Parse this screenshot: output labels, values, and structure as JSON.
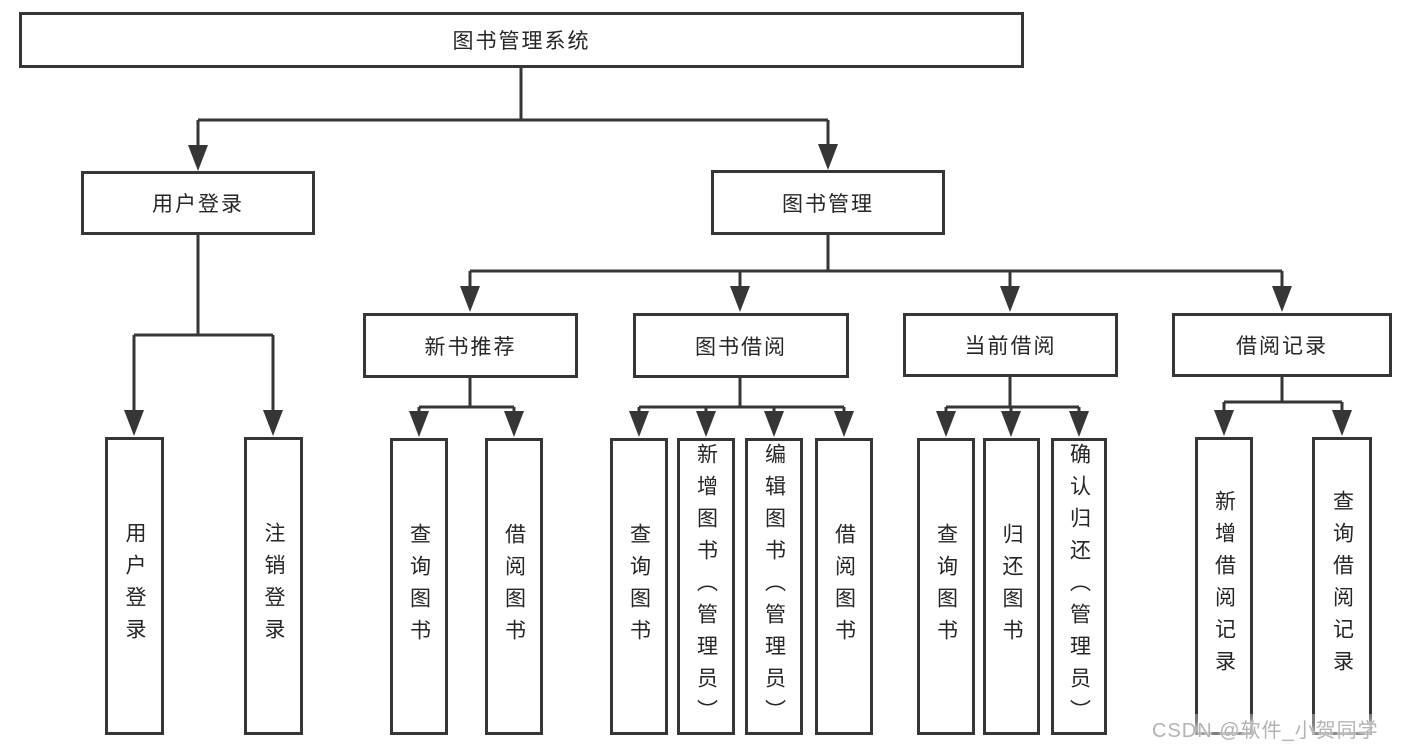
{
  "tree": {
    "label": "图书管理系统",
    "children": [
      {
        "label": "用户登录",
        "children": [
          {
            "label": "用户登录"
          },
          {
            "label": "注销登录"
          }
        ]
      },
      {
        "label": "图书管理",
        "children": [
          {
            "label": "新书推荐",
            "children": [
              {
                "label": "查询图书"
              },
              {
                "label": "借阅图书"
              }
            ]
          },
          {
            "label": "图书借阅",
            "children": [
              {
                "label": "查询图书"
              },
              {
                "label": "新增图书（管理员）"
              },
              {
                "label": "编辑图书（管理员）"
              },
              {
                "label": "借阅图书"
              }
            ]
          },
          {
            "label": "当前借阅",
            "children": [
              {
                "label": "查询图书"
              },
              {
                "label": "归还图书"
              },
              {
                "label": "确认归还（管理员）"
              }
            ]
          },
          {
            "label": "借阅记录",
            "children": [
              {
                "label": "新增借阅记录"
              },
              {
                "label": "查询借阅记录"
              }
            ]
          }
        ]
      }
    ]
  },
  "watermark": {
    "text": "CSDN @软件_小贺同学"
  },
  "colors": {
    "line": "#363636",
    "text": "#262626",
    "background": "#ffffff",
    "watermark": "#b3b3b3"
  }
}
